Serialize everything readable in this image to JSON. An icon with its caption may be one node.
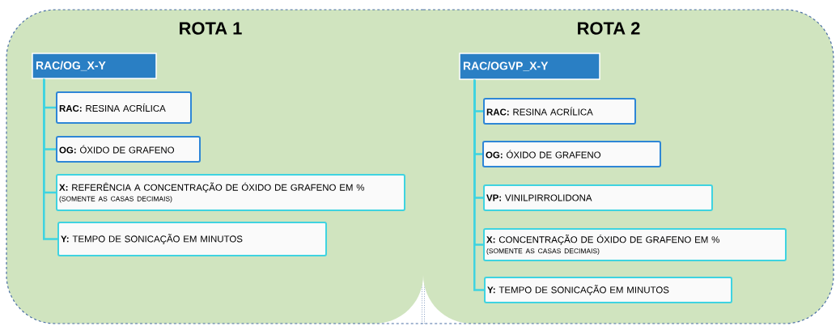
{
  "diagram": {
    "nodes": [
      {
        "text": [
          "ROTA 1"
        ]
      },
      {
        "text": [
          "RAC/OG_X-Y"
        ],
        "in": 0
      },
      {
        "text": [
          "**RAC:** RESINA ACRÍLICA"
        ],
        "in": 0
      },
      {
        "text": [
          "**OG:** ÓXIDO DE GRAFENO"
        ],
        "in": 0
      },
      {
        "text": [
          "**X:** REFERÊNCIA A CONCENTRAÇÃO DE ÓXIDO DE GRAFENO EM %",
          "(SOMENTE AS CASAS DECIMAIS)"
        ],
        "in": 0
      },
      {
        "text": [
          "**Y:** TEMPO DE SONICAÇÃO EM MINUTOS"
        ],
        "in": 0
      },
      {
        "text": [
          "ROTA 2"
        ]
      },
      {
        "text": [
          "RAC/OGVP_X-Y"
        ],
        "in": 6
      },
      {
        "text": [
          "**RAC:** RESINA ACRÍLICA"
        ],
        "in": 6
      },
      {
        "text": [
          "**OG:** ÓXIDO DE GRAFENO"
        ],
        "in": 6
      },
      {
        "text": [
          "**VP:** VINILPIRROLIDONA"
        ],
        "in": 6
      },
      {
        "text": [
          "**X:** CONCENTRAÇÃO DE ÓXIDO DE GRAFENO EM %",
          "(SOMENTE AS CASAS DECIMAIS)"
        ],
        "in": 6
      },
      {
        "text": [
          "**Y:** TEMPO DE SONICAÇÃO EM MINUTOS"
        ],
        "in": 6
      }
    ],
    "edges": [
      {
        "from": 1,
        "to": 2,
        "arrow": "none"
      },
      {
        "from": 1,
        "to": 3,
        "arrow": "none"
      },
      {
        "from": 1,
        "to": 4,
        "arrow": "none"
      },
      {
        "from": 1,
        "to": 5,
        "arrow": "none"
      },
      {
        "from": 7,
        "to": 8,
        "arrow": "none"
      },
      {
        "from": 7,
        "to": 9,
        "arrow": "none"
      },
      {
        "from": 7,
        "to": 10,
        "arrow": "none"
      },
      {
        "from": 7,
        "to": 11,
        "arrow": "none"
      },
      {
        "from": 7,
        "to": 12,
        "arrow": "none"
      }
    ]
  }
}
